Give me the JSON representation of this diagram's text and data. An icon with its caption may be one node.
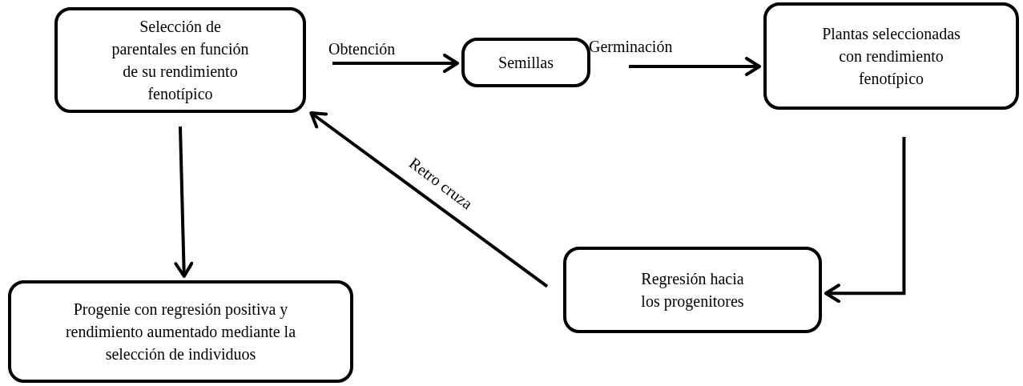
{
  "diagram": {
    "nodes": [
      {
        "text": [
          "Selección de parentales en función de su rendimiento fenotípico"
        ]
      },
      {
        "text": [
          "Semillas"
        ]
      },
      {
        "text": [
          "Plantas seleccionadas con rendimiento fenotípico"
        ]
      },
      {
        "text": [
          "Regresión hacia los progenitores"
        ]
      },
      {
        "text": [
          "Progenie con regresión positiva y rendimiento aumentado mediante la selección de individuos"
        ]
      }
    ],
    "edges": [
      {
        "from": 0,
        "to": 1,
        "arrow": "to",
        "label": "Obtención"
      },
      {
        "from": 1,
        "to": 2,
        "arrow": "to",
        "label": "Germinación"
      },
      {
        "from": 2,
        "to": 3,
        "arrow": "to"
      },
      {
        "from": 3,
        "to": 0,
        "arrow": "to",
        "label": "Retro cruza"
      },
      {
        "from": 0,
        "to": 4,
        "arrow": "to"
      }
    ]
  }
}
